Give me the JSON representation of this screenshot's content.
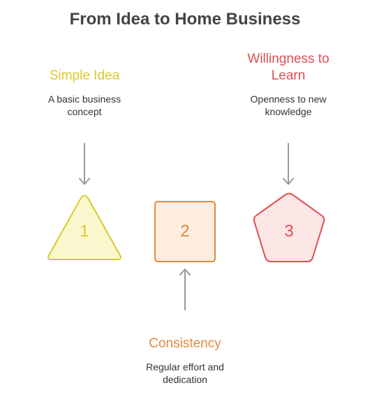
{
  "title": "From Idea to Home Business",
  "steps": [
    {
      "number": "1",
      "heading": "Simple Idea",
      "description_lines": [
        "A basic business",
        "concept"
      ],
      "shape": "triangle",
      "colors": {
        "stroke": "#d9c82a",
        "fill": "#fbf8cf",
        "text": "#d9c82a"
      }
    },
    {
      "number": "2",
      "heading": "Consistency",
      "description_lines": [
        "Regular effort and",
        "dedication"
      ],
      "shape": "square",
      "colors": {
        "stroke": "#e08a3c",
        "fill": "#fdeee1",
        "text": "#e08a3c"
      }
    },
    {
      "number": "3",
      "heading_lines": [
        "Willingness to",
        "Learn"
      ],
      "description_lines": [
        "Openness to new",
        "knowledge"
      ],
      "shape": "pentagon",
      "colors": {
        "stroke": "#e04d50",
        "fill": "#fde6e6",
        "text": "#e04d50"
      }
    }
  ],
  "arrow_color": "#999999"
}
